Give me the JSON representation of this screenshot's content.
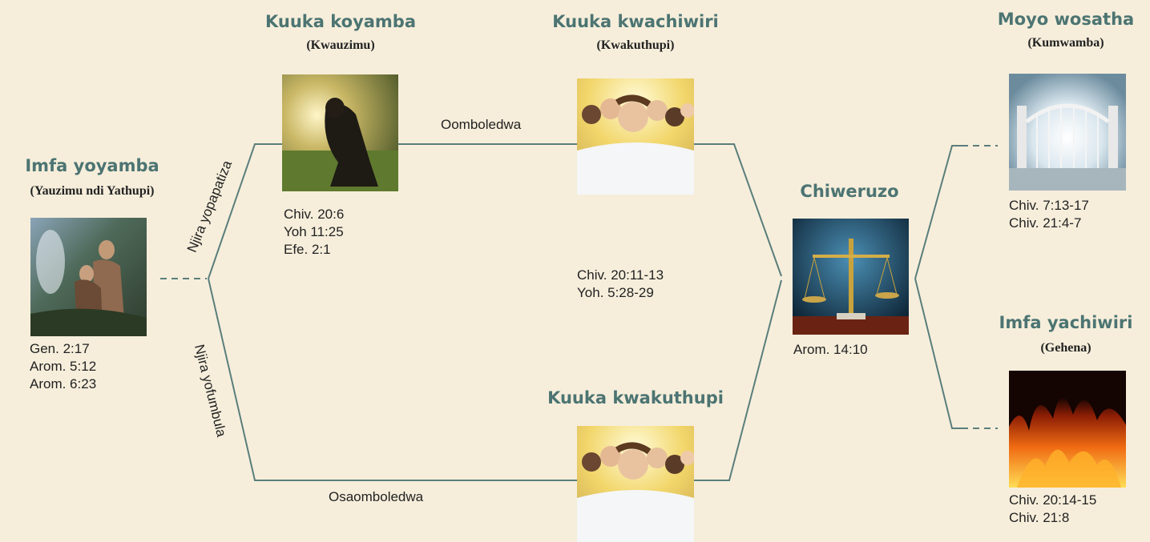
{
  "nodes": {
    "first_death": {
      "title": "Imfa yoyamba",
      "subtitle": "(Yauzimu ndi Yathupi)",
      "refs": [
        "Gen. 2:17",
        "Arom. 5:12",
        "Arom. 6:23"
      ]
    },
    "first_resurrection": {
      "title": "Kuuka koyamba",
      "subtitle": "(Kwauzimu)",
      "refs": [
        "Chiv. 20:6",
        "Yoh 11:25",
        "Efe. 2:1"
      ]
    },
    "second_resurrection_saved": {
      "title": "Kuuka kwachiwiri",
      "subtitle": "(Kwakuthupi)"
    },
    "middle_refs": [
      "Chiv. 20:11-13",
      "Yoh. 5:28-29"
    ],
    "second_resurrection_unsaved": {
      "title": "Kuuka kwakuthupi"
    },
    "judgment": {
      "title": "Chiweruzo",
      "refs": [
        "Arom. 14:10"
      ]
    },
    "eternal_life": {
      "title": "Moyo wosatha",
      "subtitle": "(Kumwamba)",
      "refs": [
        "Chiv. 7:13-17",
        "Chiv. 21:4-7"
      ]
    },
    "second_death": {
      "title": "Imfa yachiwiri",
      "subtitle": "(Gehena)",
      "refs": [
        "Chiv. 20:14-15",
        "Chiv. 21:8"
      ]
    }
  },
  "edge_labels": {
    "baptism_path": "Njira yopapatiza",
    "broad_path": "Njira yofumbula",
    "saved": "Oomboledwa",
    "unsaved": "Osaomboledwa"
  },
  "colors": {
    "background": "#f6eedb",
    "title": "#4c7472",
    "line": "#5a7e7b"
  }
}
